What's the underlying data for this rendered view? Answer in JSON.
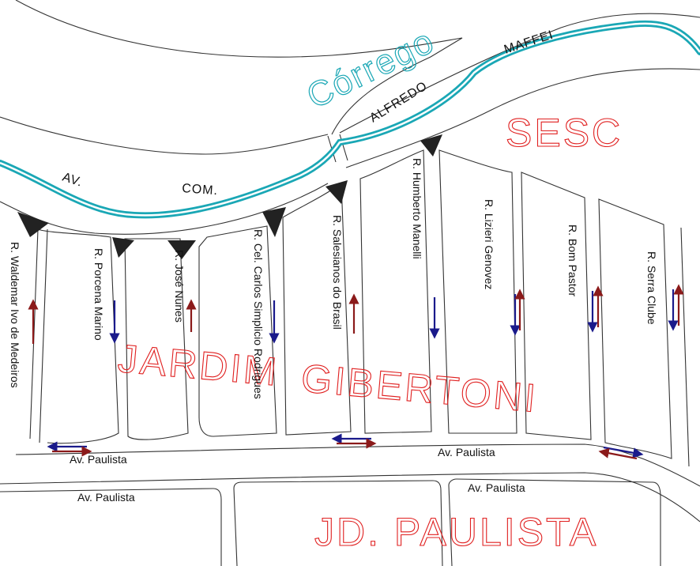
{
  "map": {
    "creek_label": "Córrego",
    "avenue_upper": {
      "word1": "AV.",
      "word2": "COM."
    },
    "avenue_upper_east": {
      "word1": "ALFREDO",
      "word2": "MAFFEI"
    },
    "areas": {
      "sesc": "SESC",
      "jardim_gibertoni_1": "JARDIM",
      "jardim_gibertoni_2": "GIBERTONI",
      "jd_paulista": "JD. PAULISTA"
    },
    "streets": [
      "R. Waldemar Ivo de Medeiros",
      "R. Porcena Marino",
      "R. José Nunes",
      "R. Cel. Carlos Simplicio Rodrigues",
      "R. Salesianos do Brasil",
      "R. Humberto Manelli",
      "R. Lizieri Genovez",
      "R. Bom Pastor",
      "R. Serra Clube"
    ],
    "av_paulista": [
      "Av. Paulista",
      "Av. Paulista",
      "Av. Paulista",
      "Av. Paulista"
    ],
    "colors": {
      "creek": "#1aa7b5",
      "label_red": "#e02020",
      "arrow_red": "#8b1a1a",
      "arrow_blue": "#1a1a8b",
      "curb": "#333333"
    }
  }
}
